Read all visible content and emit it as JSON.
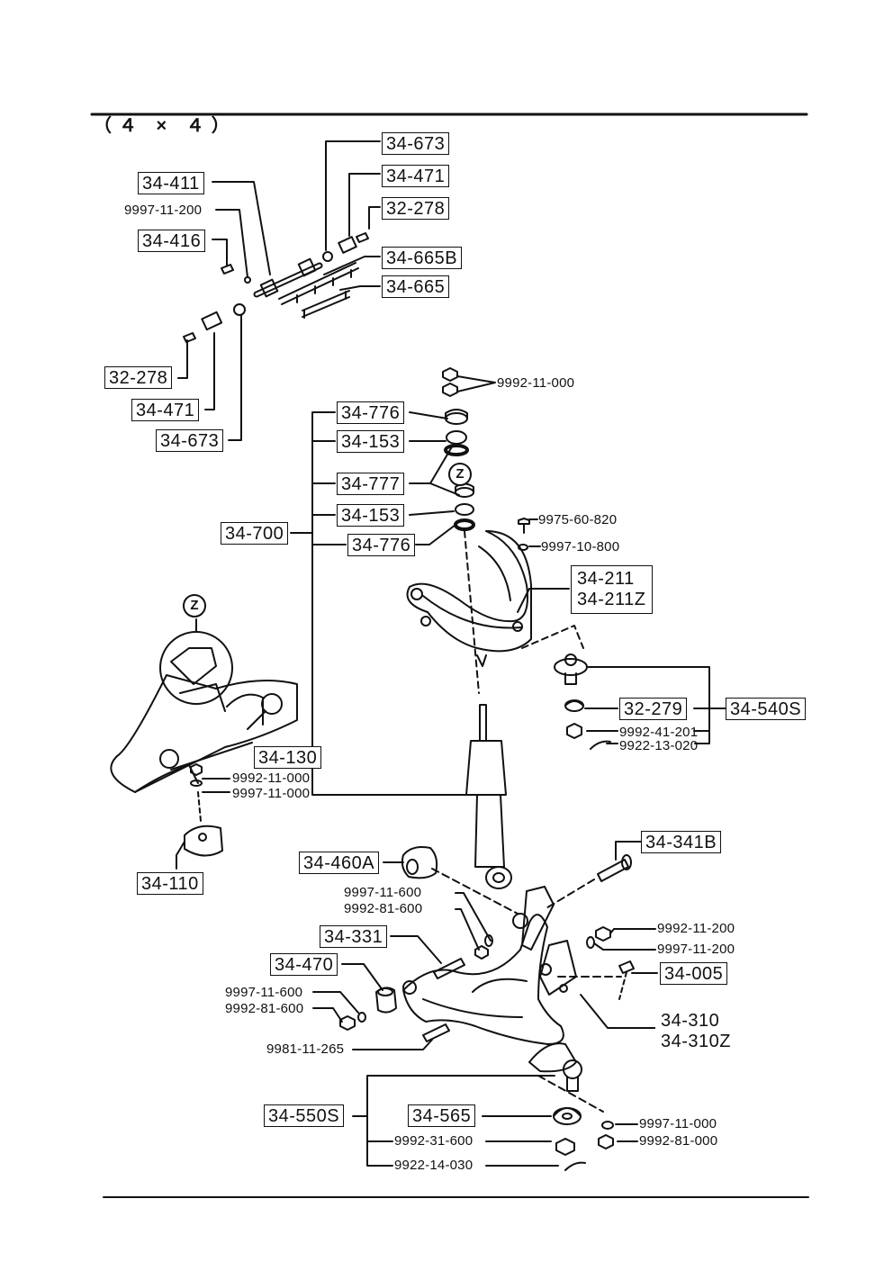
{
  "header": {
    "title": "（４ × ４）"
  },
  "callouts": {
    "c34673a": "34-673",
    "c34471a": "34-471",
    "c32278a": "32-278",
    "c34411": "34-411",
    "c9997_11_200a": "9997-11-200",
    "c34416": "34-416",
    "c34665B": "34-665B",
    "c34665": "34-665",
    "c32278b": "32-278",
    "c34471b": "34-471",
    "c34673b": "34-673",
    "c9992_11_000a": "9992-11-000",
    "c34776a": "34-776",
    "c34153a": "34-153",
    "c34777": "34-777",
    "c34153b": "34-153",
    "c34700": "34-700",
    "c34776b": "34-776",
    "c9975_60_820": "9975-60-820",
    "c9997_10_800": "9997-10-800",
    "c34211": "34-211",
    "c34211Z": "34-211Z",
    "c32279": "32-279",
    "c34540S": "34-540S",
    "c9992_41_201": "9992-41-201",
    "c9922_13_020": "9922-13-020",
    "c34130": "34-130",
    "c9992_11_000b": "9992-11-000",
    "c9997_11_000a": "9997-11-000",
    "c34110": "34-110",
    "c34460A": "34-460A",
    "c34341B": "34-341B",
    "c9997_11_600a": "9997-11-600",
    "c9992_81_600a": "9992-81-600",
    "c34331": "34-331",
    "c9992_11_200": "9992-11-200",
    "c9997_11_200b": "9997-11-200",
    "c34470": "34-470",
    "c34005": "34-005",
    "c9997_11_600b": "9997-11-600",
    "c9992_81_600b": "9992-81-600",
    "c34310": "34-310",
    "c34310Z": "34-310Z",
    "c9981_11_265": "9981-11-265",
    "c34550S": "34-550S",
    "c34565": "34-565",
    "c9997_11_000b": "9997-11-000",
    "c9992_31_600": "9992-31-600",
    "c9992_81_000": "9992-81-000",
    "c9922_14_030": "9922-14-030"
  },
  "detail_marker": "Z"
}
